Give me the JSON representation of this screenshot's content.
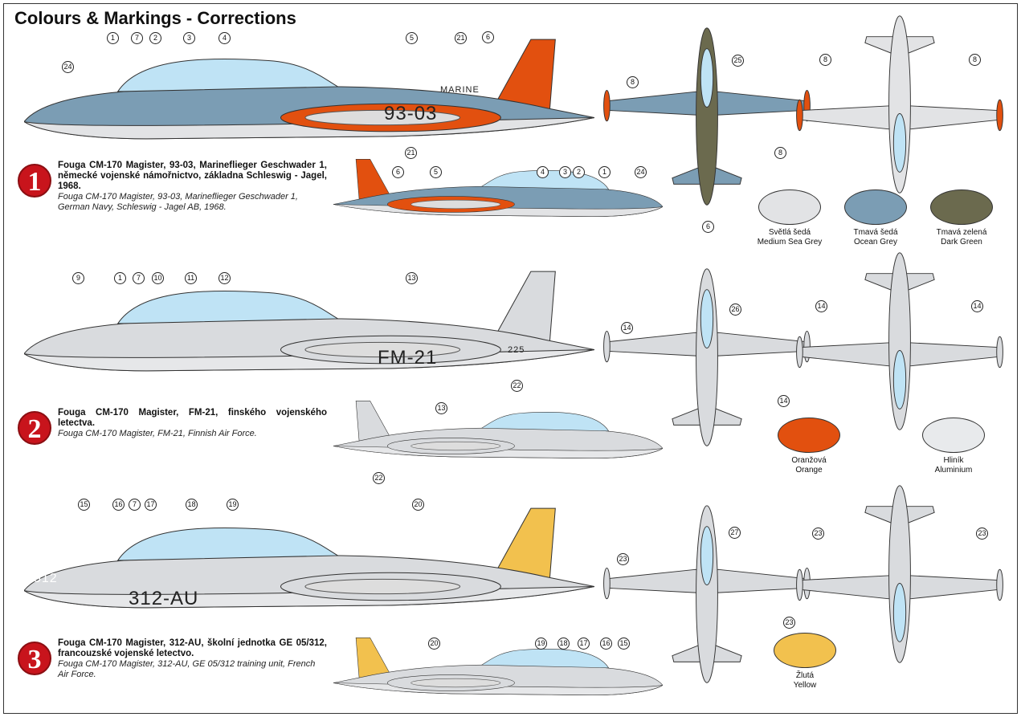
{
  "title": "Colours & Markings - Corrections",
  "profiles": [
    {
      "number": "1",
      "cz": "Fouga CM-170 Magister, 93-03, Marineflieger Geschwader 1, německé vojenské námořnictvo, základna Schleswig - Jagel, 1968.",
      "en": "Fouga CM-170 Magister, 93-03, Marineflieger Geschwader 1, German Navy, Schleswig - Jagel AB, 1968.",
      "code": "93-03",
      "tail_text": "MARINE"
    },
    {
      "number": "2",
      "cz": "Fouga CM-170 Magister, FM-21, finského vojenského letectva.",
      "en": "Fouga CM-170 Magister, FM-21, Finnish Air Force.",
      "code": "FM-21",
      "tail_text": "225"
    },
    {
      "number": "3",
      "cz": "Fouga CM-170 Magister, 312-AU, školní jednotka GE 05/312, francouzské vojenské letectvo.",
      "en": "Fouga CM-170 Magister, 312-AU, GE 05/312 training unit, French Air Force.",
      "code": "312-AU",
      "tail_text": "512"
    }
  ],
  "swatches": [
    {
      "cz": "Světlá šedá",
      "en": "Medium Sea Grey",
      "color": "#e2e3e5"
    },
    {
      "cz": "Tmavá šedá",
      "en": "Ocean Grey",
      "color": "#7b9db4"
    },
    {
      "cz": "Tmavá zelená",
      "en": "Dark Green",
      "color": "#6b6a4e"
    },
    {
      "cz": "Oranžová",
      "en": "Orange",
      "color": "#e2500f"
    },
    {
      "cz": "Hliník",
      "en": "Aluminium",
      "color": "#e8eaec"
    },
    {
      "cz": "Žlutá",
      "en": "Yellow",
      "color": "#f2c14e"
    }
  ],
  "callouts": {
    "r1": [
      "24",
      "1",
      "7",
      "2",
      "3",
      "4",
      "5",
      "21",
      "6",
      "8",
      "25",
      "8",
      "6",
      "8",
      "8",
      "21",
      "6",
      "5",
      "4",
      "3",
      "2",
      "1",
      "24"
    ],
    "r2": [
      "9",
      "1",
      "7",
      "10",
      "11",
      "12",
      "13",
      "22",
      "26",
      "14",
      "14",
      "14",
      "14",
      "13",
      "22"
    ],
    "r3": [
      "15",
      "16",
      "7",
      "17",
      "18",
      "19",
      "20",
      "27",
      "23",
      "23",
      "23",
      "23",
      "20",
      "19",
      "18",
      "17",
      "16",
      "15"
    ]
  }
}
